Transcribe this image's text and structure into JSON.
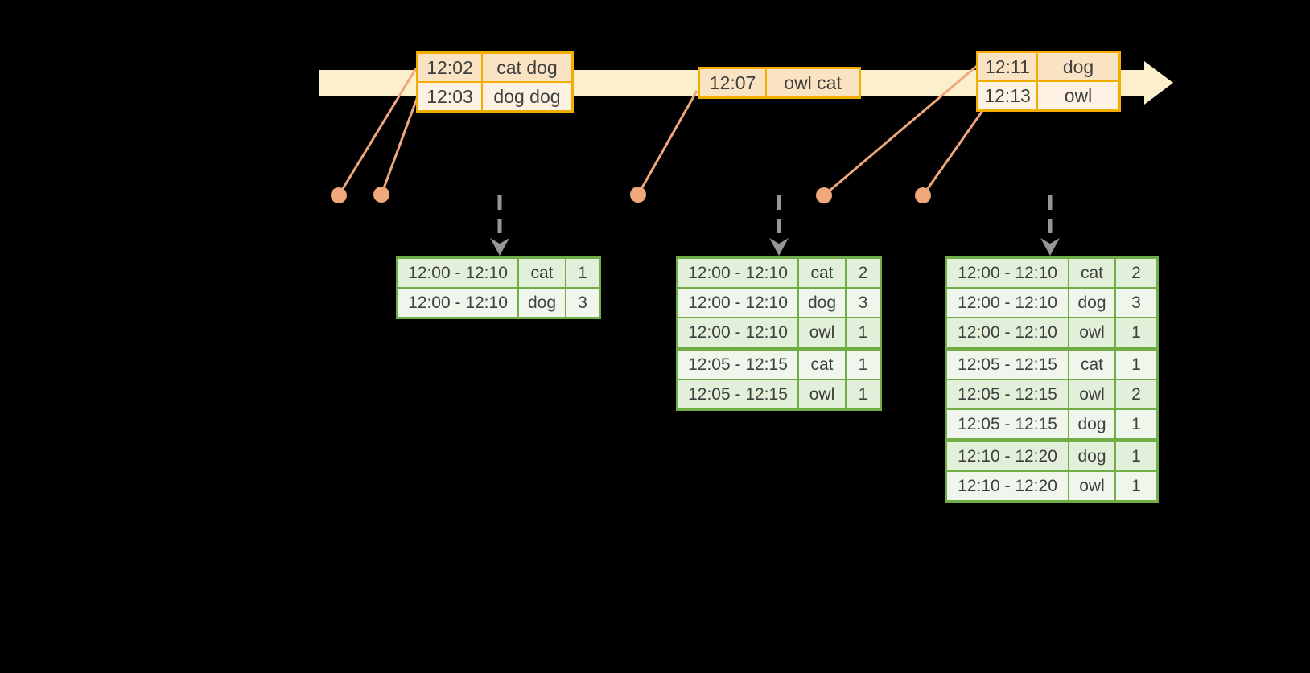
{
  "colors": {
    "background": "#000000",
    "timeline_fill": "#FBF0CB",
    "event_border": "#F2AE00",
    "event_row_dark": "#FAE3C3",
    "event_row_light": "#FCF1E2",
    "connector": "#F0A77C",
    "trigger_arrow": "#969696",
    "result_border": "#70AD47",
    "result_row_dark": "#E2EFD9",
    "result_row_light": "#F0F6EB",
    "text": "#3F3F3F"
  },
  "event_tables": [
    {
      "rows": [
        {
          "time": "12:02",
          "words": "cat dog"
        },
        {
          "time": "12:03",
          "words": "dog dog"
        }
      ]
    },
    {
      "rows": [
        {
          "time": "12:07",
          "words": "owl cat"
        }
      ]
    },
    {
      "rows": [
        {
          "time": "12:11",
          "words": "dog"
        },
        {
          "time": "12:13",
          "words": "owl"
        }
      ]
    }
  ],
  "result_tables": [
    {
      "rows": [
        {
          "window": "12:00 - 12:10",
          "word": "cat",
          "count": "1"
        },
        {
          "window": "12:00 - 12:10",
          "word": "dog",
          "count": "3"
        }
      ]
    },
    {
      "rows": [
        {
          "window": "12:00 - 12:10",
          "word": "cat",
          "count": "2"
        },
        {
          "window": "12:00 - 12:10",
          "word": "dog",
          "count": "3"
        },
        {
          "window": "12:00 - 12:10",
          "word": "owl",
          "count": "1"
        },
        {
          "window": "12:05 - 12:15",
          "word": "cat",
          "count": "1"
        },
        {
          "window": "12:05 - 12:15",
          "word": "owl",
          "count": "1"
        }
      ]
    },
    {
      "rows": [
        {
          "window": "12:00 - 12:10",
          "word": "cat",
          "count": "2"
        },
        {
          "window": "12:00 - 12:10",
          "word": "dog",
          "count": "3"
        },
        {
          "window": "12:00 - 12:10",
          "word": "owl",
          "count": "1"
        },
        {
          "window": "12:05 - 12:15",
          "word": "cat",
          "count": "1"
        },
        {
          "window": "12:05 - 12:15",
          "word": "owl",
          "count": "2"
        },
        {
          "window": "12:05 - 12:15",
          "word": "dog",
          "count": "1"
        },
        {
          "window": "12:10 - 12:20",
          "word": "dog",
          "count": "1"
        },
        {
          "window": "12:10 - 12:20",
          "word": "owl",
          "count": "1"
        }
      ]
    }
  ]
}
